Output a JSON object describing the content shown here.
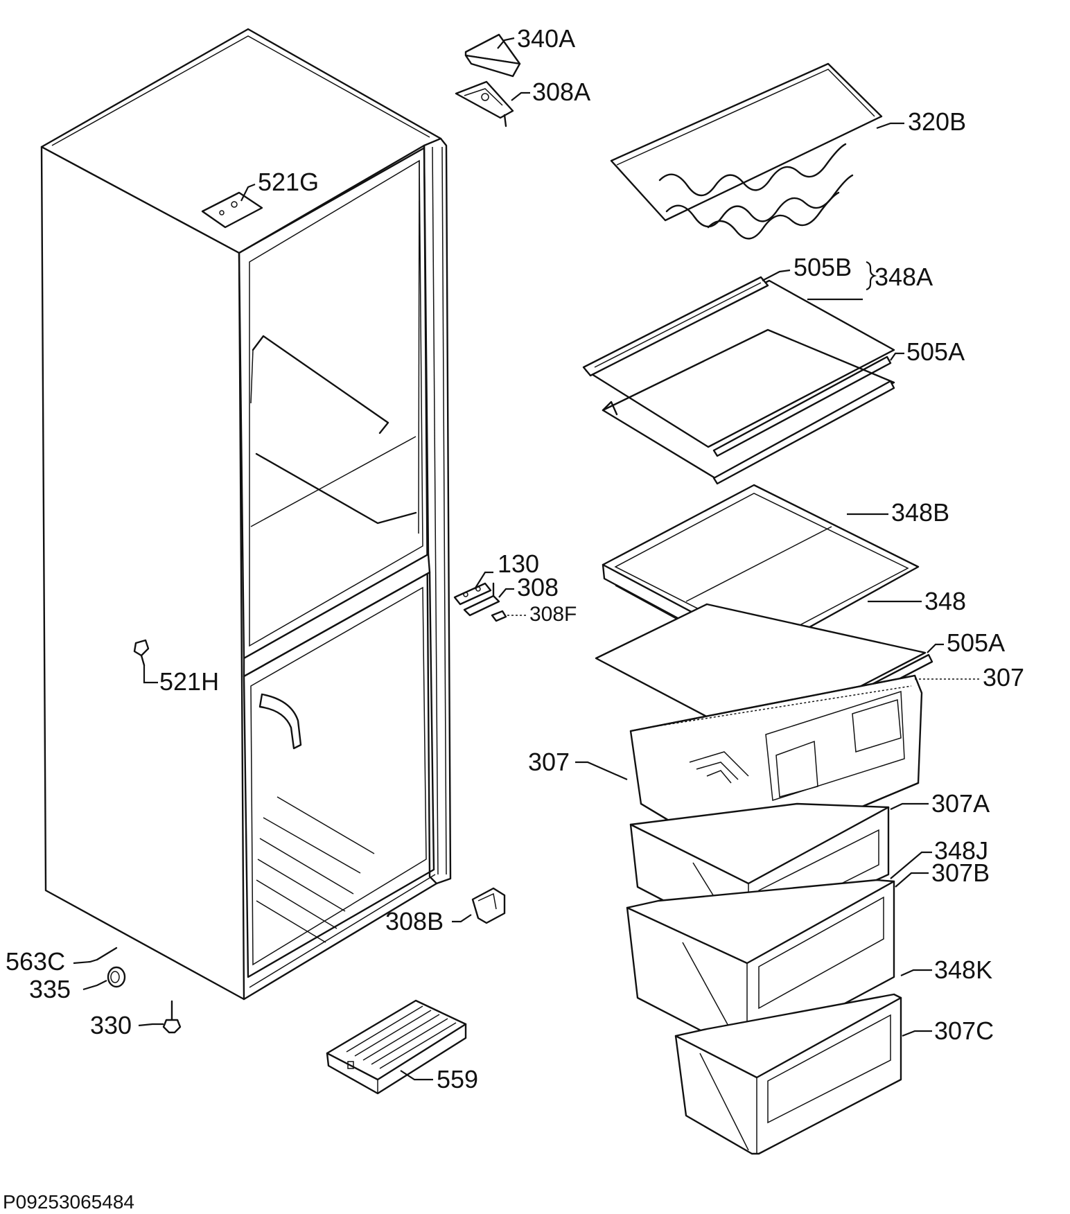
{
  "diagram_code": "P09253065484",
  "labels": {
    "l340A": "340A",
    "l308A": "308A",
    "l320B": "320B",
    "l521G": "521G",
    "l505B": "505B",
    "l348A": "348A",
    "l505A_top": "505A",
    "l348B": "348B",
    "l130": "130",
    "l308": "308",
    "l308F": "308F",
    "l348": "348",
    "l505A_mid": "505A",
    "l307_right": "307",
    "l307_left": "307",
    "l521H": "521H",
    "l307A": "307A",
    "l348J": "348J",
    "l307B": "307B",
    "l308B": "308B",
    "l563C": "563C",
    "l335": "335",
    "l348K": "348K",
    "l330": "330",
    "l307C": "307C",
    "l559": "559"
  }
}
